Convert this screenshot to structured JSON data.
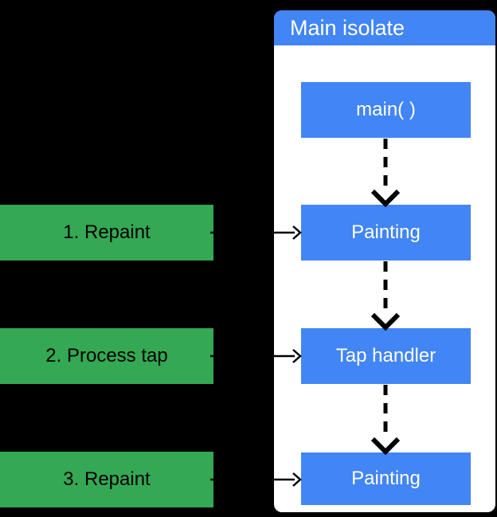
{
  "colors": {
    "background": "#000000",
    "panel_bg": "#ffffff",
    "accent_blue": "#4285f4",
    "accent_green": "#34a853",
    "box_text": "#ffffff",
    "step_text": "#000000",
    "arrow_color": "#000000"
  },
  "main_isolate": {
    "title": "Main isolate",
    "boxes": [
      {
        "id": "main",
        "label": "main( )"
      },
      {
        "id": "painting-1",
        "label": "Painting"
      },
      {
        "id": "tap-handler",
        "label": "Tap handler"
      },
      {
        "id": "painting-2",
        "label": "Painting"
      }
    ]
  },
  "steps": [
    {
      "label": "1. Repaint"
    },
    {
      "label": "2. Process tap"
    },
    {
      "label": "3. Repaint"
    }
  ]
}
